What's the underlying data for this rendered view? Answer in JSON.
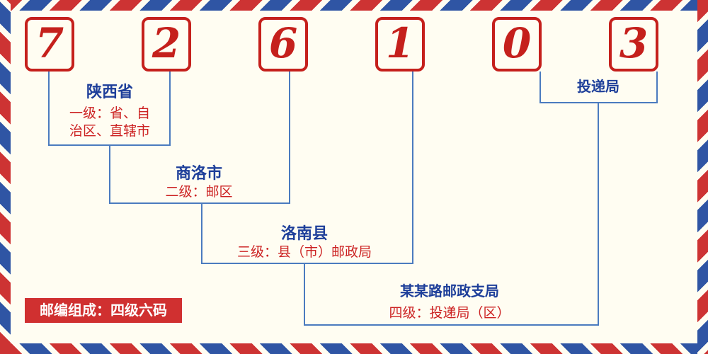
{
  "postal_code": {
    "digits": [
      "7",
      "2",
      "6",
      "1",
      "0",
      "3"
    ]
  },
  "levels": [
    {
      "name": "陕西省",
      "desc_line1": "一级：省、自",
      "desc_line2": "治区、直辖市"
    },
    {
      "name": "商洛市",
      "desc_line1": "二级：邮区",
      "desc_line2": ""
    },
    {
      "name": "洛南县",
      "desc_line1": "三级：县（市）邮政局",
      "desc_line2": ""
    },
    {
      "name": "某某路邮政支局",
      "desc_line1": "四级：投递局（区）",
      "desc_line2": ""
    },
    {
      "name": "投递局",
      "desc_line1": "",
      "desc_line2": ""
    }
  ],
  "footer_badge": "邮编组成：四级六码",
  "colors": {
    "digit_red": "#c5201c",
    "label_blue": "#1e3f9a",
    "desc_red": "#cc2222",
    "line_blue": "#4b7bbf",
    "badge_bg": "#d03030",
    "stripe_red": "#cd3333",
    "stripe_blue": "#2f55a4"
  }
}
